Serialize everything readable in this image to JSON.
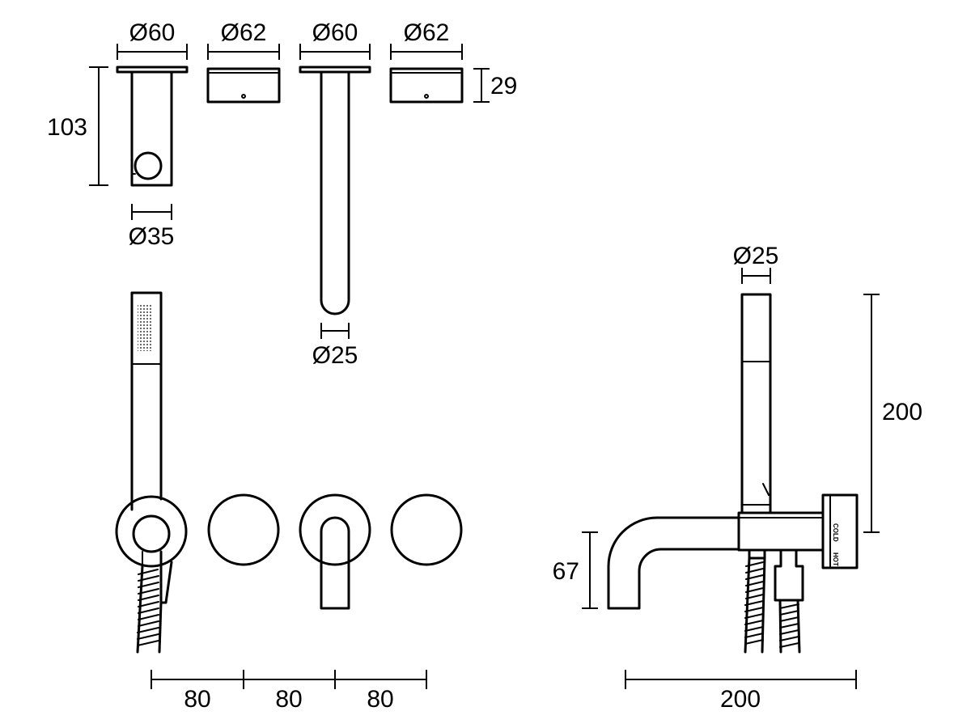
{
  "dimensions": {
    "outlet_plate_a": "Ø60",
    "handle_a": "Ø62",
    "outlet_plate_b": "Ø60",
    "handle_b": "Ø62",
    "handle_depth": "29",
    "holder_height": "103",
    "holder_dia": "Ø35",
    "spout_dia": "Ø25",
    "shower_head_dia": "Ø25",
    "shower_head_length": "200",
    "spout_height": "67",
    "spacing_1": "80",
    "spacing_2": "80",
    "spacing_3": "80",
    "total_projection": "200"
  },
  "valve_labels": {
    "cold": "COLD",
    "hot": "HOT"
  },
  "colors": {
    "line": "#000000",
    "background": "#ffffff"
  }
}
